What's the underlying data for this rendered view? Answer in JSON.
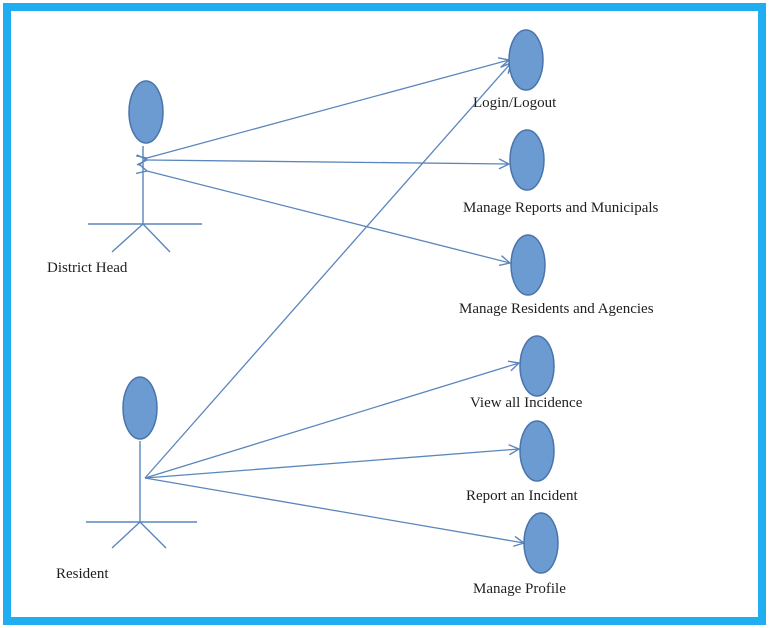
{
  "diagram": {
    "frame_color": "#21aef0",
    "shape_fill": "#6b9bd1",
    "shape_stroke": "#4a74ab",
    "line_color": "#5a86bd",
    "actors": [
      {
        "id": "district-head",
        "label": "District Head"
      },
      {
        "id": "resident",
        "label": "Resident"
      }
    ],
    "use_cases": [
      {
        "id": "login-logout",
        "label": "Login/Logout"
      },
      {
        "id": "manage-reports",
        "label": "Manage Reports and Municipals"
      },
      {
        "id": "manage-residents",
        "label": "Manage Residents and Agencies"
      },
      {
        "id": "view-incidence",
        "label": "View all Incidence"
      },
      {
        "id": "report-incident",
        "label": "Report an Incident"
      },
      {
        "id": "manage-profile",
        "label": "Manage Profile"
      }
    ]
  }
}
